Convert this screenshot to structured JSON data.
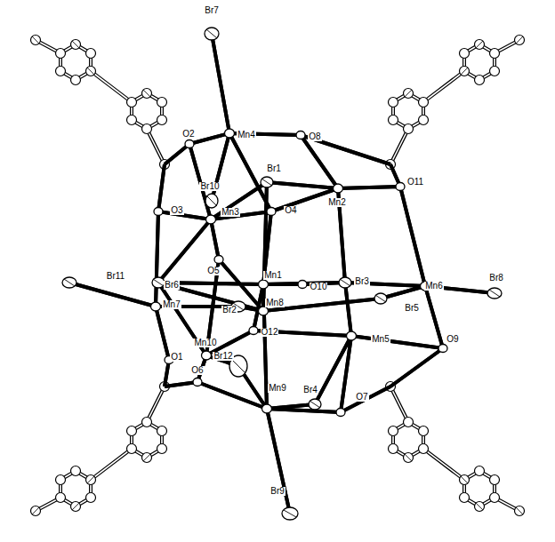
{
  "diagram": {
    "labels": [
      "Br7",
      "O2",
      "Mn4",
      "O8",
      "Br10",
      "Br1",
      "Mn3",
      "O4",
      "Mn2",
      "O11",
      "O3",
      "Br6",
      "O5",
      "Mn1",
      "O10",
      "Br3",
      "Mn6",
      "Br8",
      "Br11",
      "Mn7",
      "Br2",
      "Mn8",
      "Br5",
      "O12",
      "Mn10",
      "Mn5",
      "O9",
      "O1",
      "Br12",
      "O6",
      "Mn9",
      "Br4",
      "O7",
      "Br9"
    ]
  }
}
